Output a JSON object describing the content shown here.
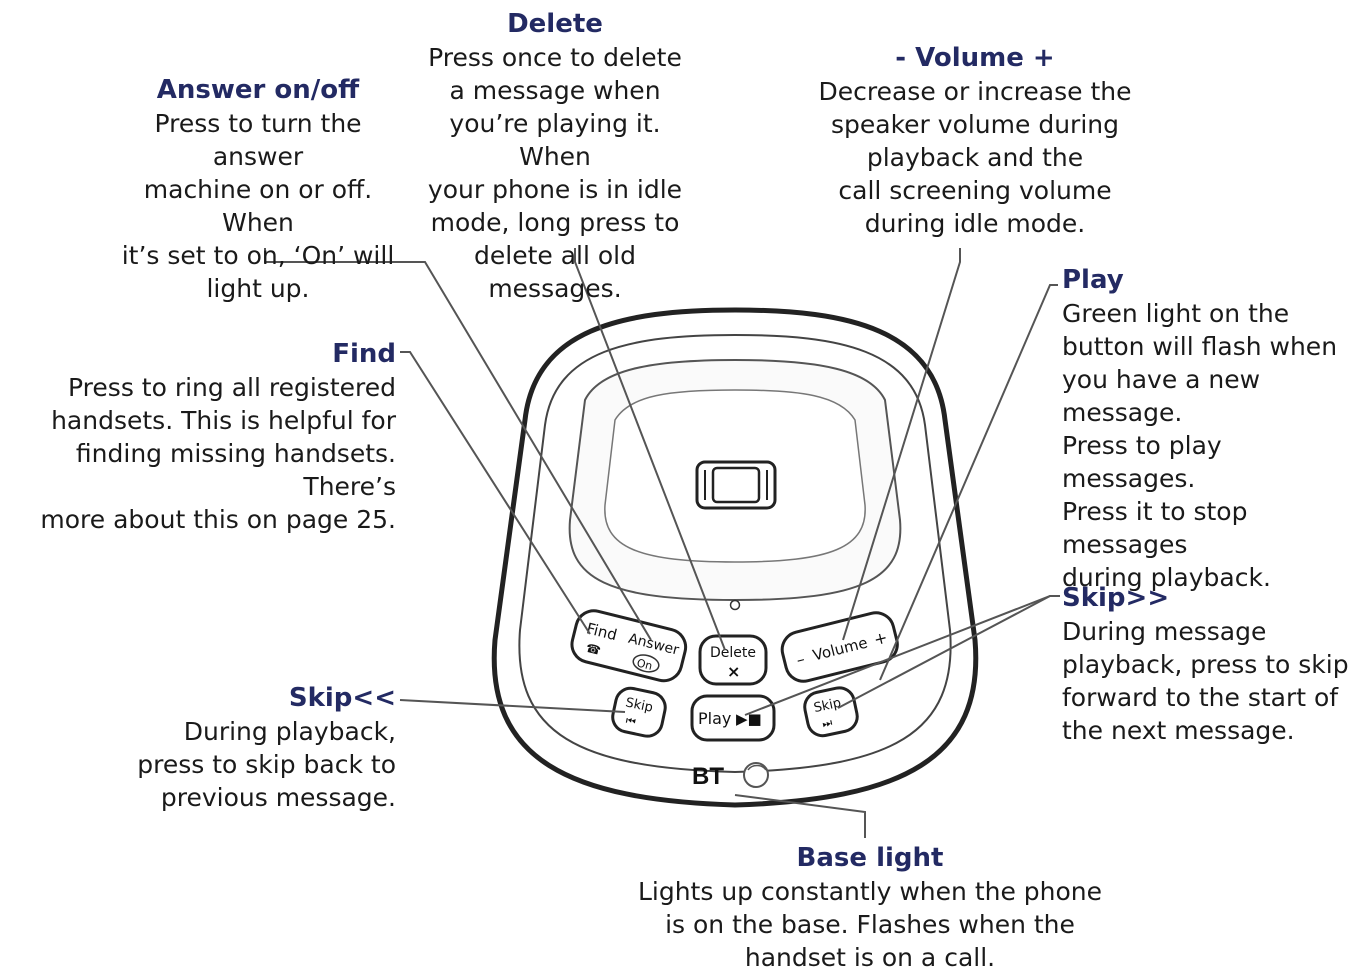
{
  "callouts": {
    "delete": {
      "title": "Delete",
      "text": "Press once to delete\na message when\nyou’re playing it. When\nyour phone is in idle\nmode, long press to\ndelete all old messages."
    },
    "answer": {
      "title": "Answer on/off",
      "text": "Press to turn the answer\nmachine on or off. When\nit’s set to on, ‘On’ will\nlight up."
    },
    "volume": {
      "title": "- Volume +",
      "text": "Decrease or increase the\nspeaker volume during\nplayback and the\ncall screening volume\nduring idle mode."
    },
    "play": {
      "title": "Play",
      "text": "Green light on the\nbutton will flash when\nyou have a new message.\nPress to play messages.\nPress it to stop messages\nduring playback."
    },
    "find": {
      "title": "Find",
      "text": "Press to ring all registered\nhandsets. This is helpful for\nfinding missing handsets. There’s\nmore about this on page 25."
    },
    "skip_forward": {
      "title": "Skip>>",
      "text": "During message\nplayback, press to skip\nforward to the start of\nthe next message."
    },
    "skip_back": {
      "title": "Skip<<",
      "text": "During playback,\npress to skip back to\nprevious message."
    },
    "base_light": {
      "title": "Base light",
      "text": "Lights up constantly when the phone\nis on the base. Flashes when the\nhandset is on a call."
    }
  },
  "device": {
    "find_label": "Find",
    "answer_label": "Answer",
    "on_label": "On",
    "delete_label": "Delete",
    "delete_symbol": "×",
    "volume_label": "Volume",
    "volume_minus": "–",
    "volume_plus": "+",
    "skip_label": "Skip",
    "play_label": "Play",
    "brand": "BT"
  },
  "colors": {
    "title": "#232a63",
    "line": "#555555",
    "outline": "#222222"
  }
}
